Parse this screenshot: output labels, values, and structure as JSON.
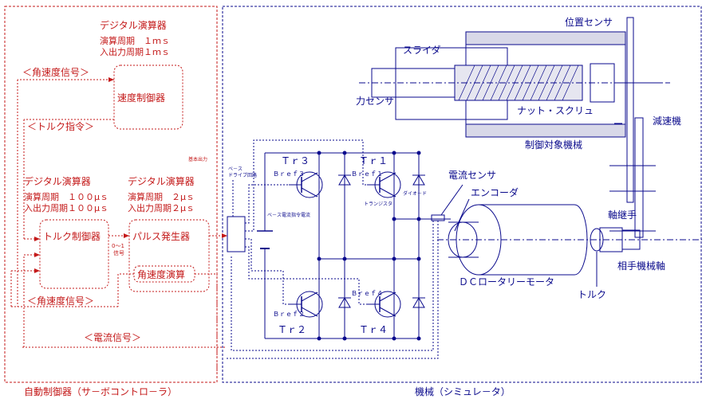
{
  "regions": {
    "controller_label": "自動制御器（サ－ボコントロ－ラ）",
    "machine_label": "機械（シミュレ－タ）"
  },
  "controller": {
    "top_processor": {
      "title": "デジタル演算器",
      "line1": "演算周期　１ｍｓ",
      "line2": "入出力周期１ｍｓ"
    },
    "speed_controller": "速度制御器",
    "angular_velocity_signal_top": "＜角速度信号＞",
    "torque_command": "＜トルク指令＞",
    "left_processor": {
      "title": "デジタル演算器",
      "line1": "演算周期　１００μｓ",
      "line2": "入出力周期１００μｓ"
    },
    "right_processor": {
      "title": "デジタル演算器",
      "line1": "演算周期　２μｓ",
      "line2": "入出力周期２μｓ"
    },
    "torque_controller": "トルク制御器",
    "pulse_generator": "パルス発生器",
    "angular_velocity_calc": "角速度演算",
    "angular_velocity_signal_bottom": "＜角速度信号＞",
    "current_signal": "＜電流信号＞",
    "small_signal_label": "0～1\n信号",
    "small_vertical_label": "基本出力"
  },
  "machine": {
    "slider": "スライダ",
    "position_sensor": "位置センサ",
    "force_sensor": "力センサ",
    "nut_screw": "ナット・スクリュ",
    "reducer": "減速機",
    "controlled_machine": "制御対象機械",
    "tr3": "Ｔｒ３",
    "tr1": "Ｔｒ１",
    "tr2": "Ｔｒ２",
    "tr4": "Ｔｒ４",
    "b_labels": [
      "Ｂｒｅｆ３",
      "Ｂｒｅｆ１",
      "Ｂｒｅｆ２",
      "Ｂｒｅｆ４"
    ],
    "current_sensor": "電流センサ",
    "encoder": "エンコーダ",
    "coupling": "軸継手",
    "mating_shaft": "相手機械軸",
    "motor": "ＤＣロータリーモータ",
    "torque": "トルク",
    "base_drive": "ベ－ス\nドライブ回路",
    "base_current": "ベ－ス電流指令電流",
    "transistor_label": "トランジスタ",
    "diode_label": "ダイオ－ド"
  },
  "colors": {
    "controller": "#c41a1a",
    "machine": "#0a0a8c"
  }
}
